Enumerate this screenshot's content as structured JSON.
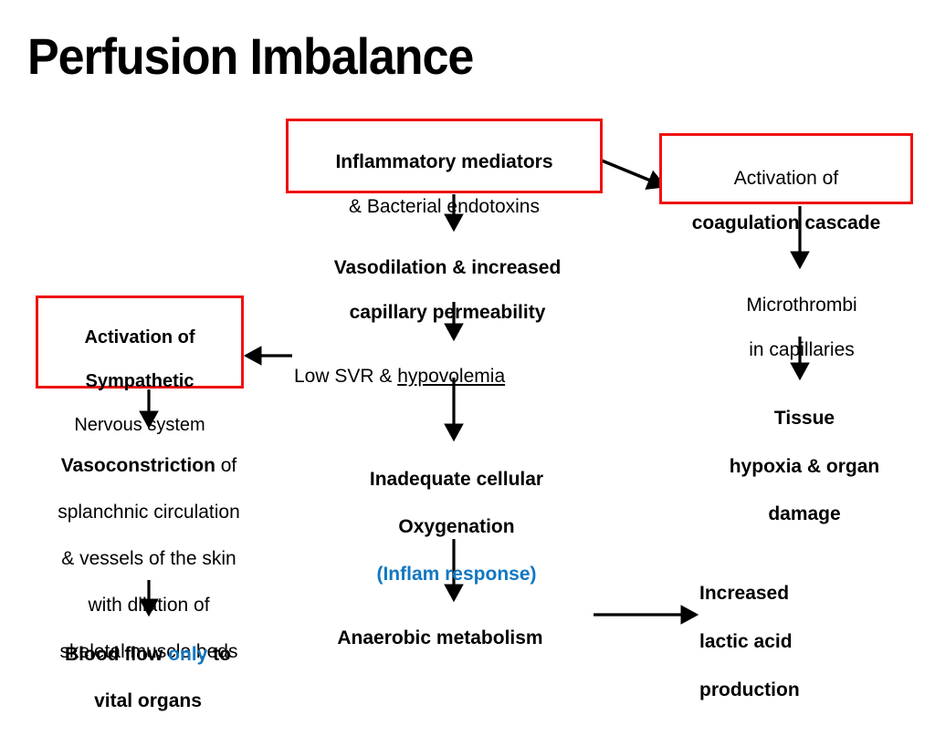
{
  "page": {
    "title": "Perfusion Imbalance",
    "background": "#ffffff",
    "accent_red": "#ee1111",
    "accent_blue": "#1277c2",
    "text_color": "#000000"
  },
  "diagram": {
    "type": "flowchart",
    "nodes": [
      {
        "id": "inflammatory-mediators",
        "boxed": true,
        "border_color": "#ee1111",
        "line1": "Inflammatory mediators",
        "line2": "& Bacterial endotoxins"
      },
      {
        "id": "coagulation-cascade",
        "boxed": true,
        "border_color": "#ee1111",
        "line1": "Activation of",
        "line2": "coagulation cascade"
      },
      {
        "id": "vasodilation",
        "boxed": false,
        "line1": "Vasodilation & increased",
        "line2": "capillary permeability"
      },
      {
        "id": "sympathetic-nervous-system",
        "boxed": true,
        "border_color": "#ee1111",
        "line1": "Activation of",
        "line2": "Sympathetic",
        "line3": "Nervous system"
      },
      {
        "id": "low-svr",
        "boxed": false,
        "text_plain": "Low SVR & ",
        "text_underlined": "hypovolemia"
      },
      {
        "id": "microthrombi",
        "boxed": false,
        "line1": "Microthrombi",
        "line2": "in capillaries"
      },
      {
        "id": "vasoconstriction",
        "boxed": false,
        "line1_bold": "Vasoconstriction",
        "line1_rest": " of",
        "line2": "splanchnic circulation",
        "line3": "& vessels of the skin",
        "line4": "with dilation of",
        "line5": "skeletal muscle beds"
      },
      {
        "id": "inadequate-oxygenation",
        "boxed": false,
        "line1": "Inadequate cellular",
        "line2": "Oxygenation",
        "line3_blue": "(Inflam response)"
      },
      {
        "id": "tissue-hypoxia",
        "boxed": false,
        "line1": "Tissue",
        "line2": "hypoxia & organ",
        "line3": "damage"
      },
      {
        "id": "blood-flow-vital-organs",
        "boxed": false,
        "line1_a": "Blood flow ",
        "line1_blue": "only",
        "line1_b": " to",
        "line2": "vital organs"
      },
      {
        "id": "anaerobic-metabolism",
        "boxed": false,
        "line1": "Anaerobic metabolism"
      },
      {
        "id": "increased-lactic-acid",
        "boxed": false,
        "line1": "Increased",
        "line2": "lactic acid",
        "line3": "production"
      }
    ],
    "edges": [
      {
        "from": "inflammatory-mediators",
        "to": "coagulation-cascade",
        "direction": "diagonal-right-down"
      },
      {
        "from": "inflammatory-mediators",
        "to": "vasodilation",
        "direction": "down"
      },
      {
        "from": "vasodilation",
        "to": "low-svr",
        "direction": "down"
      },
      {
        "from": "low-svr",
        "to": "sympathetic-nervous-system",
        "direction": "left"
      },
      {
        "from": "low-svr",
        "to": "inadequate-oxygenation",
        "direction": "down"
      },
      {
        "from": "sympathetic-nervous-system",
        "to": "vasoconstriction",
        "direction": "down"
      },
      {
        "from": "vasoconstriction",
        "to": "blood-flow-vital-organs",
        "direction": "down"
      },
      {
        "from": "inadequate-oxygenation",
        "to": "anaerobic-metabolism",
        "direction": "down"
      },
      {
        "from": "anaerobic-metabolism",
        "to": "increased-lactic-acid",
        "direction": "right"
      },
      {
        "from": "coagulation-cascade",
        "to": "microthrombi",
        "direction": "down"
      },
      {
        "from": "microthrombi",
        "to": "tissue-hypoxia",
        "direction": "down"
      }
    ]
  }
}
